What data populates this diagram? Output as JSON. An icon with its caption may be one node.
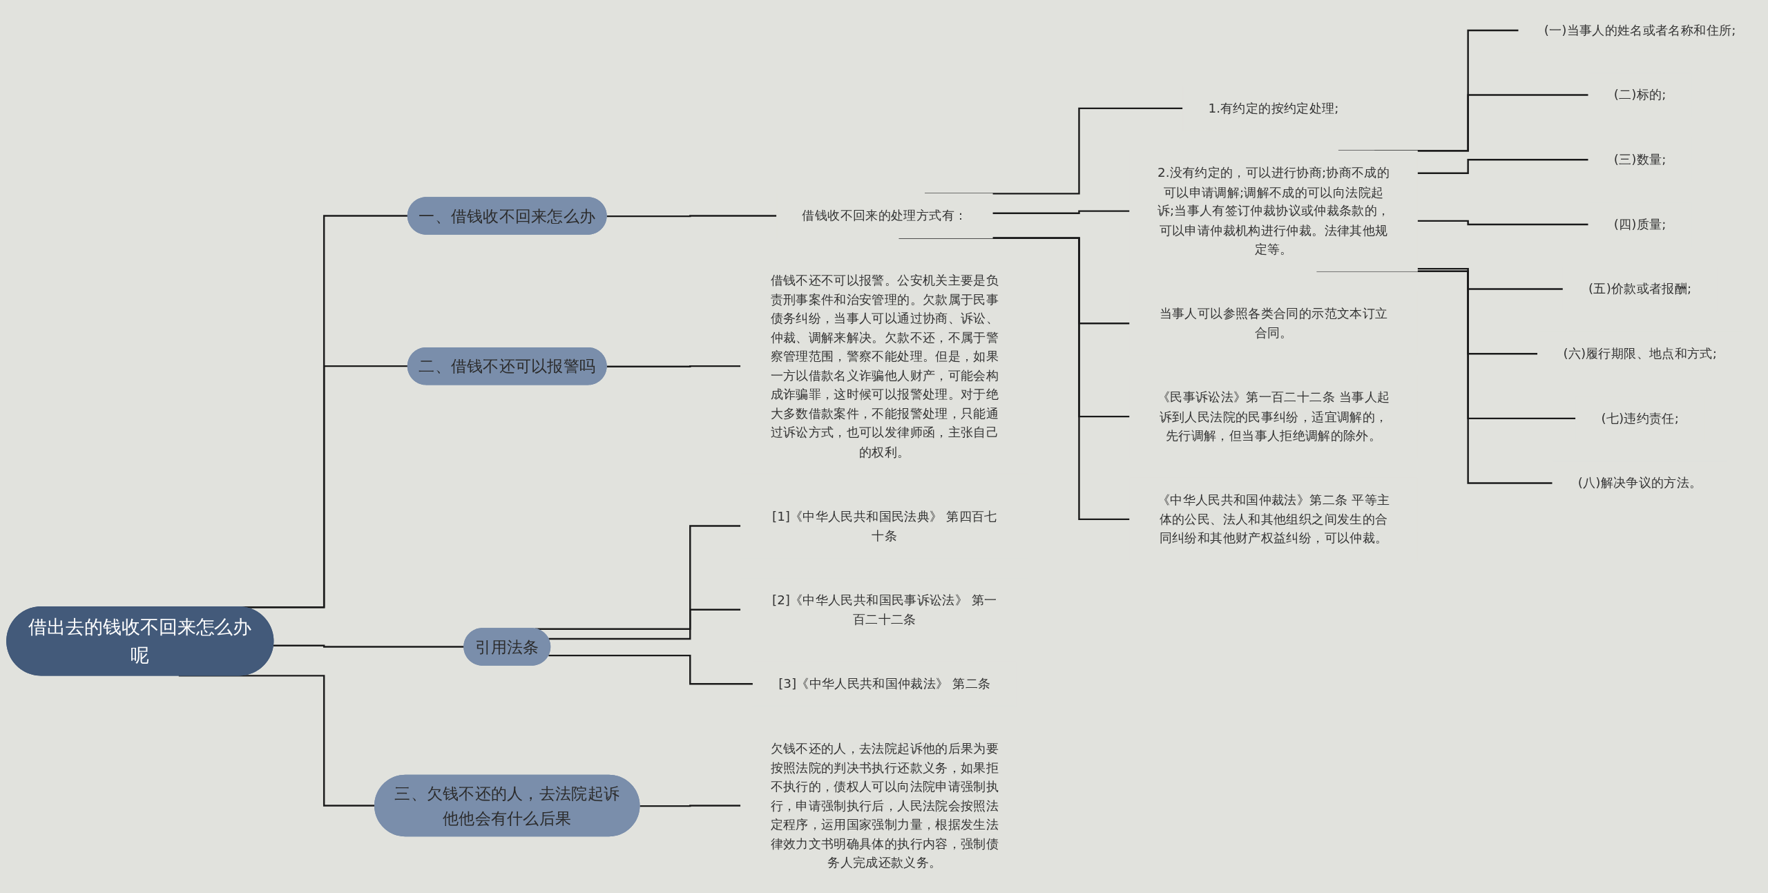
{
  "diagram": {
    "nodes": [
      {
        "text": [
          "借出去的钱收不回来怎么办呢"
        ]
      },
      {
        "text": [
          "一、借钱收不回来怎么办"
        ]
      },
      {
        "text": [
          "借钱收不回来的处理方式有："
        ]
      },
      {
        "text": [
          "1.有约定的按约定处理;"
        ]
      },
      {
        "text": [
          "2.没有约定的，可以进行协商;协商不成的可以申请调解;调解不成的可以向法院起诉;当事人有签订仲裁协议或仲裁条款的，可以申请仲裁机构进行仲裁。法律其他规定等。"
        ]
      },
      {
        "text": [
          "(一)当事人的姓名或者名称和住所;"
        ]
      },
      {
        "text": [
          "(二)标的;"
        ]
      },
      {
        "text": [
          "(三)数量;"
        ]
      },
      {
        "text": [
          "(四)质量;"
        ]
      },
      {
        "text": [
          "(五)价款或者报酬;"
        ]
      },
      {
        "text": [
          "(六)履行期限、地点和方式;"
        ]
      },
      {
        "text": [
          "(七)违约责任;"
        ]
      },
      {
        "text": [
          "(八)解决争议的方法。"
        ]
      },
      {
        "text": [
          "当事人可以参照各类合同的示范文本订立合同。"
        ]
      },
      {
        "text": [
          "《民事诉讼法》第一百二十二条 当事人起诉到人民法院的民事纠纷，适宜调解的，先行调解，但当事人拒绝调解的除外。"
        ]
      },
      {
        "text": [
          "《中华人民共和国仲裁法》第二条 平等主体的公民、法人和其他组织之间发生的合同纠纷和其他财产权益纠纷，可以仲裁。"
        ]
      },
      {
        "text": [
          "二、借钱不还可以报警吗"
        ]
      },
      {
        "text": [
          "借钱不还不可以报警。公安机关主要是负责刑事案件和治安管理的。欠款属于民事债务纠纷，当事人可以通过协商、诉讼、仲裁、调解来解决。欠款不还，不属于警察管理范围，警察不能处理。但是，如果一方以借款名义诈骗他人财产，可能会构成诈骗罪，这时候可以报警处理。对于绝大多数借款案件，不能报警处理，只能通过诉讼方式，也可以发律师函，主张自己的权利。"
        ]
      },
      {
        "text": [
          "引用法条"
        ]
      },
      {
        "text": [
          "[1]《中华人民共和国民法典》 第四百七十条"
        ]
      },
      {
        "text": [
          "[2]《中华人民共和国民事诉讼法》 第一百二十二条"
        ]
      },
      {
        "text": [
          "[3]《中华人民共和国仲裁法》 第二条"
        ]
      },
      {
        "text": [
          "三、欠钱不还的人，去法院起诉他他会有什么后果"
        ]
      },
      {
        "text": [
          "欠钱不还的人，去法院起诉他的后果为要按照法院的判决书执行还款义务，如果拒不执行的，债权人可以向法院申请强制执行，申请强制执行后，人民法院会按照法定程序，运用国家强制力量，根据发生法律效力文书明确具体的执行内容，强制债务人完成还款义务。"
        ]
      }
    ],
    "edges": [
      {
        "from": 0,
        "to": 1,
        "arrow": "none"
      },
      {
        "from": 1,
        "to": 2,
        "arrow": "none"
      },
      {
        "from": 2,
        "to": 3,
        "arrow": "none"
      },
      {
        "from": 2,
        "to": 4,
        "arrow": "none"
      },
      {
        "from": 4,
        "to": 5,
        "arrow": "none"
      },
      {
        "from": 4,
        "to": 6,
        "arrow": "none"
      },
      {
        "from": 4,
        "to": 7,
        "arrow": "none"
      },
      {
        "from": 4,
        "to": 8,
        "arrow": "none"
      },
      {
        "from": 4,
        "to": 9,
        "arrow": "none"
      },
      {
        "from": 4,
        "to": 10,
        "arrow": "none"
      },
      {
        "from": 4,
        "to": 11,
        "arrow": "none"
      },
      {
        "from": 4,
        "to": 12,
        "arrow": "none"
      },
      {
        "from": 2,
        "to": 13,
        "arrow": "none"
      },
      {
        "from": 2,
        "to": 14,
        "arrow": "none"
      },
      {
        "from": 2,
        "to": 15,
        "arrow": "none"
      },
      {
        "from": 0,
        "to": 16,
        "arrow": "none"
      },
      {
        "from": 16,
        "to": 17,
        "arrow": "none"
      },
      {
        "from": 0,
        "to": 18,
        "arrow": "none"
      },
      {
        "from": 18,
        "to": 19,
        "arrow": "none"
      },
      {
        "from": 18,
        "to": 20,
        "arrow": "none"
      },
      {
        "from": 18,
        "to": 21,
        "arrow": "none"
      },
      {
        "from": 0,
        "to": 22,
        "arrow": "none"
      },
      {
        "from": 22,
        "to": 23,
        "arrow": "none"
      }
    ]
  }
}
